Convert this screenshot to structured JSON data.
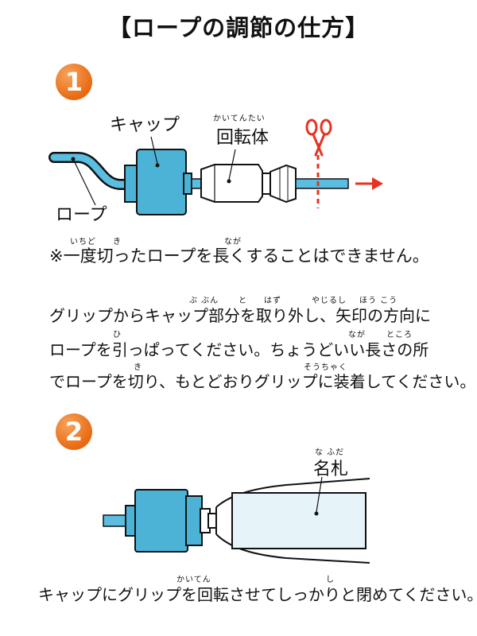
{
  "title": "【ロープの調節の仕方】",
  "step1": {
    "number": "1",
    "labels": {
      "cap": "キャップ",
      "rotor": "回転体",
      "rotor_ruby": "かいてんたい",
      "rope": "ロープ"
    },
    "note": {
      "text": "※一度切ったロープを長くすることはできません。",
      "ruby_ichido": "いちど",
      "ruby_ki": "き",
      "ruby_naga": "なが"
    },
    "instructions": {
      "line1": "グリップからキャップ部分を取り外し、矢印の方向に",
      "line2": "ロープを引っぱってください。ちょうどいい長さの所",
      "line3": "でロープを切り、もとどおりグリップに装着してください。",
      "ruby_bubun": "ぶ ぶん",
      "ruby_to": "と",
      "ruby_hazu": "はず",
      "ruby_yajirushi": "やじるし",
      "ruby_houkou": "ほう こう",
      "ruby_hi": "ひ",
      "ruby_naga2": "なが",
      "ruby_tokoro": "ところ",
      "ruby_ki2": "き",
      "ruby_souchaku": "そうちゃく"
    }
  },
  "step2": {
    "number": "2",
    "labels": {
      "nametag": "名札",
      "nametag_ruby": "な  ふだ"
    },
    "instruction": "キャップにグリップを回転させてしっかりと閉めてください。",
    "ruby_kaiten": "かいてん",
    "ruby_shi": "し"
  },
  "colors": {
    "cap_blue": "#4db3d6",
    "rope_blue": "#5bbde0",
    "arrow_red": "#e63322",
    "badge_orange": "#e86a12",
    "nametag_fill": "#e6f3f8"
  }
}
